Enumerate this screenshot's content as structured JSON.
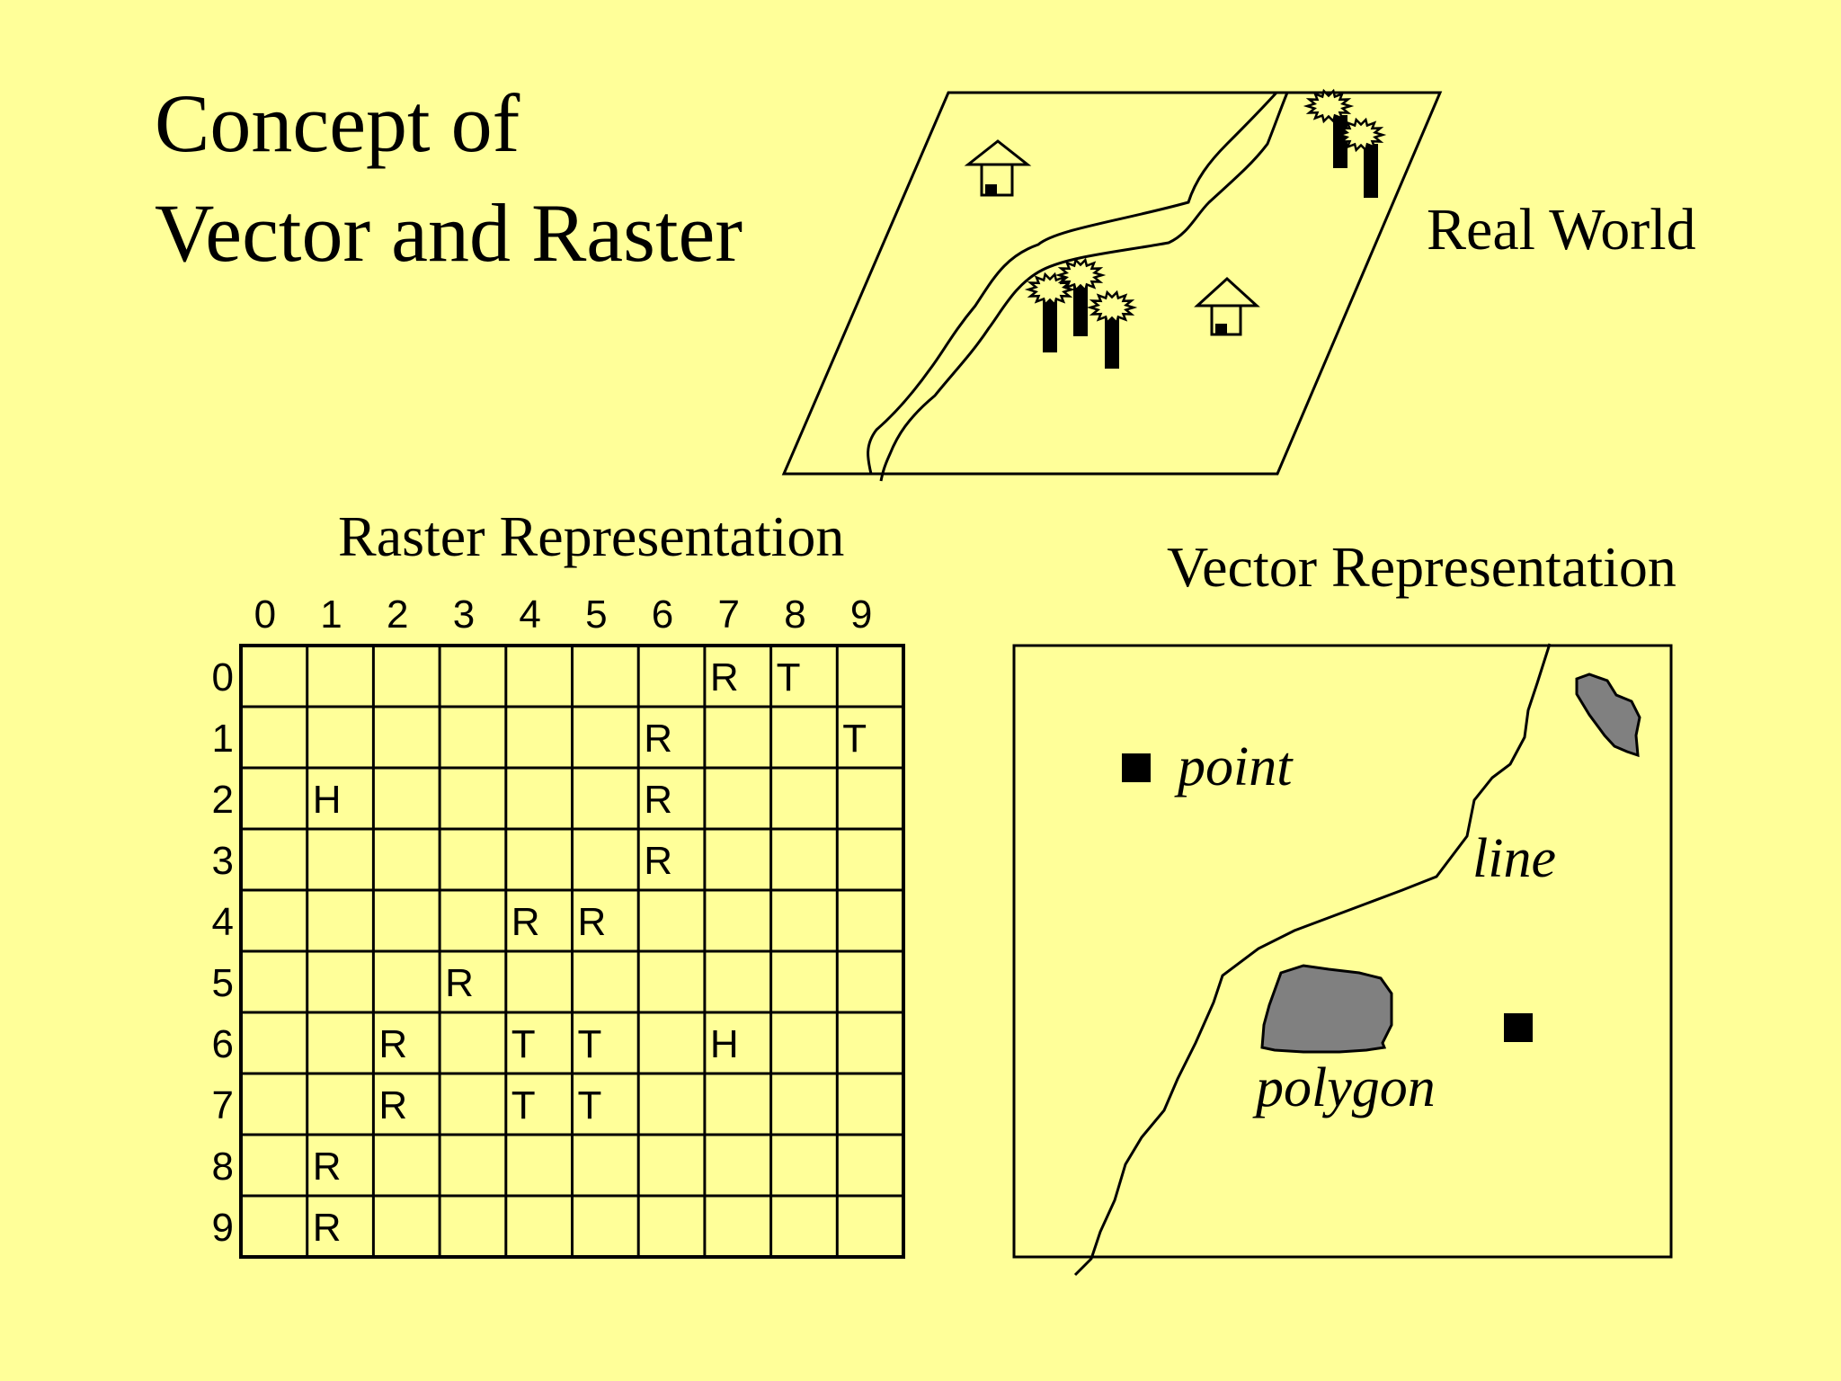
{
  "title": "Concept of\nVector and Raster",
  "real_world": {
    "label": "Real World"
  },
  "raster": {
    "label": "Raster Representation",
    "columns": [
      "0",
      "1",
      "2",
      "3",
      "4",
      "5",
      "6",
      "7",
      "8",
      "9"
    ],
    "rows": [
      "0",
      "1",
      "2",
      "3",
      "4",
      "5",
      "6",
      "7",
      "8",
      "9"
    ],
    "cells": [
      {
        "row": 0,
        "col": 7,
        "value": "R"
      },
      {
        "row": 0,
        "col": 8,
        "value": "T"
      },
      {
        "row": 1,
        "col": 6,
        "value": "R"
      },
      {
        "row": 1,
        "col": 9,
        "value": "T"
      },
      {
        "row": 2,
        "col": 1,
        "value": "H"
      },
      {
        "row": 2,
        "col": 6,
        "value": "R"
      },
      {
        "row": 3,
        "col": 6,
        "value": "R"
      },
      {
        "row": 4,
        "col": 4,
        "value": "R"
      },
      {
        "row": 4,
        "col": 5,
        "value": "R"
      },
      {
        "row": 5,
        "col": 3,
        "value": "R"
      },
      {
        "row": 6,
        "col": 2,
        "value": "R"
      },
      {
        "row": 6,
        "col": 4,
        "value": "T"
      },
      {
        "row": 6,
        "col": 5,
        "value": "T"
      },
      {
        "row": 6,
        "col": 7,
        "value": "H"
      },
      {
        "row": 7,
        "col": 2,
        "value": "R"
      },
      {
        "row": 7,
        "col": 4,
        "value": "T"
      },
      {
        "row": 7,
        "col": 5,
        "value": "T"
      },
      {
        "row": 8,
        "col": 1,
        "value": "R"
      },
      {
        "row": 9,
        "col": 1,
        "value": "R"
      }
    ]
  },
  "vector": {
    "label": "Vector Representation",
    "point_label": "point",
    "line_label": "line",
    "polygon_label": "polygon",
    "polygon_color": "#808080"
  },
  "colors": {
    "background": "#ffff99",
    "ink": "#000000"
  }
}
